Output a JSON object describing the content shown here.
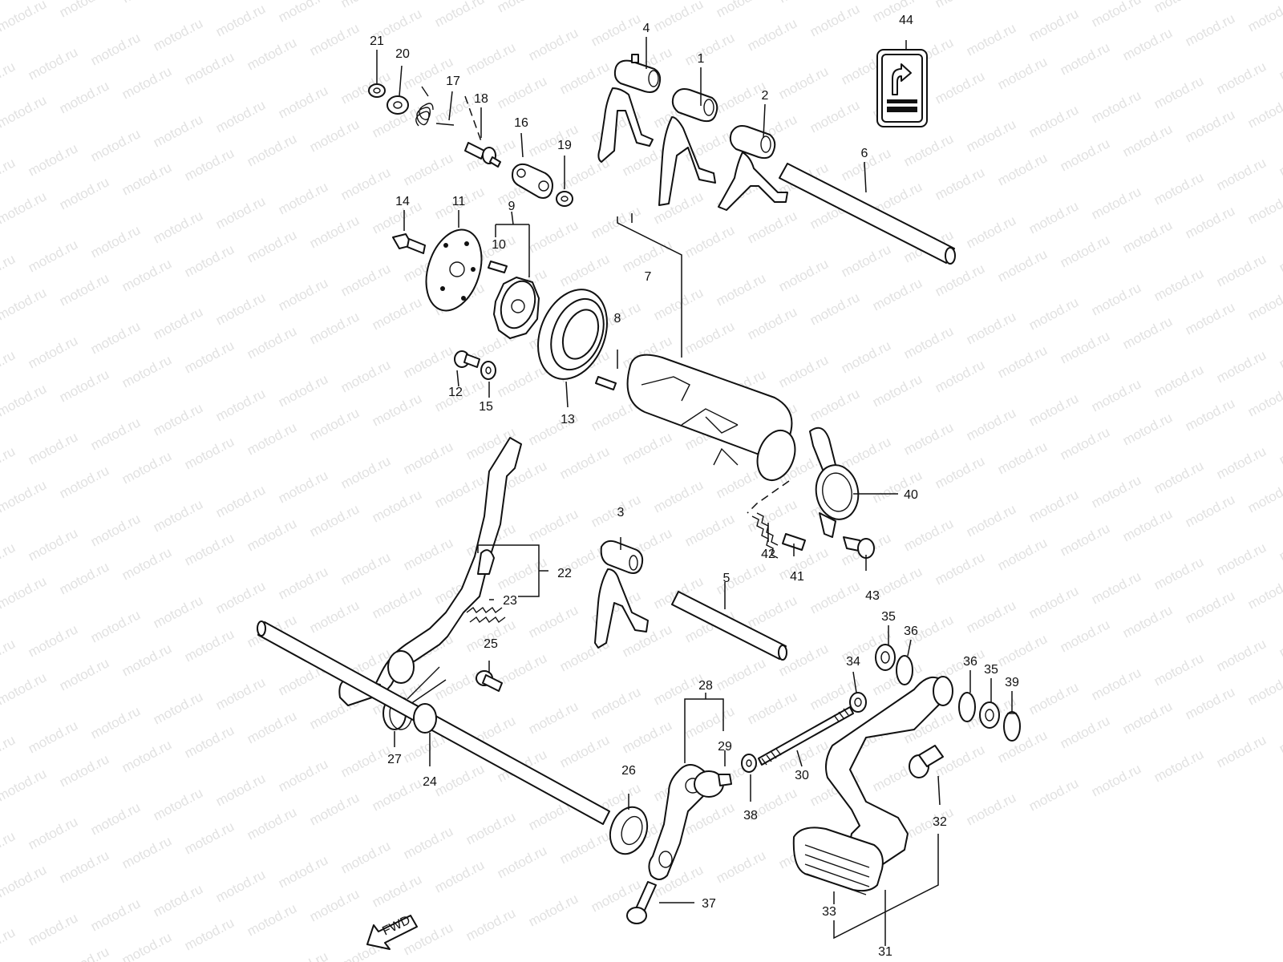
{
  "watermark": {
    "text": "motod.ru",
    "color": "#c9c9c9"
  },
  "fwd_label": "FWD",
  "parts": [
    {
      "key": "p1",
      "label": "1"
    },
    {
      "key": "p2",
      "label": "2"
    },
    {
      "key": "p3",
      "label": "3"
    },
    {
      "key": "p4",
      "label": "4"
    },
    {
      "key": "p5",
      "label": "5"
    },
    {
      "key": "p6",
      "label": "6"
    },
    {
      "key": "p7",
      "label": "7"
    },
    {
      "key": "p8",
      "label": "8"
    },
    {
      "key": "p9",
      "label": "9"
    },
    {
      "key": "p10",
      "label": "10"
    },
    {
      "key": "p11",
      "label": "11"
    },
    {
      "key": "p12",
      "label": "12"
    },
    {
      "key": "p13",
      "label": "13"
    },
    {
      "key": "p14",
      "label": "14"
    },
    {
      "key": "p15",
      "label": "15"
    },
    {
      "key": "p16",
      "label": "16"
    },
    {
      "key": "p17",
      "label": "17"
    },
    {
      "key": "p18",
      "label": "18"
    },
    {
      "key": "p19",
      "label": "19"
    },
    {
      "key": "p20",
      "label": "20"
    },
    {
      "key": "p21",
      "label": "21"
    },
    {
      "key": "p22",
      "label": "22"
    },
    {
      "key": "p23",
      "label": "23"
    },
    {
      "key": "p24",
      "label": "24"
    },
    {
      "key": "p25",
      "label": "25"
    },
    {
      "key": "p26",
      "label": "26"
    },
    {
      "key": "p27",
      "label": "27"
    },
    {
      "key": "p28",
      "label": "28"
    },
    {
      "key": "p29",
      "label": "29"
    },
    {
      "key": "p30",
      "label": "30"
    },
    {
      "key": "p31",
      "label": "31"
    },
    {
      "key": "p32",
      "label": "32"
    },
    {
      "key": "p33",
      "label": "33"
    },
    {
      "key": "p34",
      "label": "34"
    },
    {
      "key": "p35a",
      "label": "35"
    },
    {
      "key": "p35b",
      "label": "35"
    },
    {
      "key": "p36a",
      "label": "36"
    },
    {
      "key": "p36b",
      "label": "36"
    },
    {
      "key": "p37",
      "label": "37"
    },
    {
      "key": "p38",
      "label": "38"
    },
    {
      "key": "p39",
      "label": "39"
    },
    {
      "key": "p40",
      "label": "40"
    },
    {
      "key": "p41",
      "label": "41"
    },
    {
      "key": "p42",
      "label": "42"
    },
    {
      "key": "p43",
      "label": "43"
    },
    {
      "key": "p44",
      "label": "44"
    }
  ]
}
